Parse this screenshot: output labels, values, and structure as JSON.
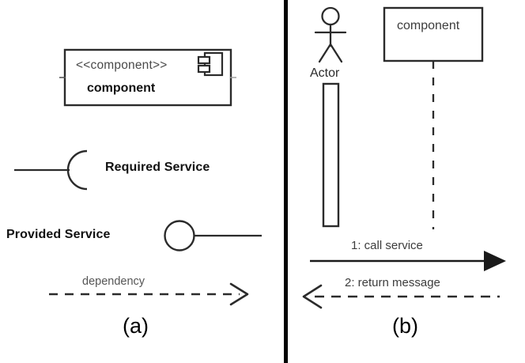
{
  "figure": {
    "panel_a": {
      "caption": "(a)",
      "component": {
        "stereotype": "<<component>>",
        "name": "component",
        "icon": "component-icon"
      },
      "required_service_label": "Required Service",
      "provided_service_label": "Provided Service",
      "dependency_label": "dependency"
    },
    "panel_b": {
      "caption": "(b)",
      "actor_label": "Actor",
      "component_label": "component",
      "messages": [
        {
          "text": "1: call service",
          "direction": "right",
          "style": "solid",
          "arrowhead": "filled"
        },
        {
          "text": "2: return message",
          "direction": "left",
          "style": "dashed",
          "arrowhead": "open"
        }
      ]
    }
  },
  "colors": {
    "stroke": "#2b2b2b",
    "text_dark": "#111111",
    "text_muted": "#555555",
    "background": "#ffffff",
    "divider": "#000000"
  }
}
